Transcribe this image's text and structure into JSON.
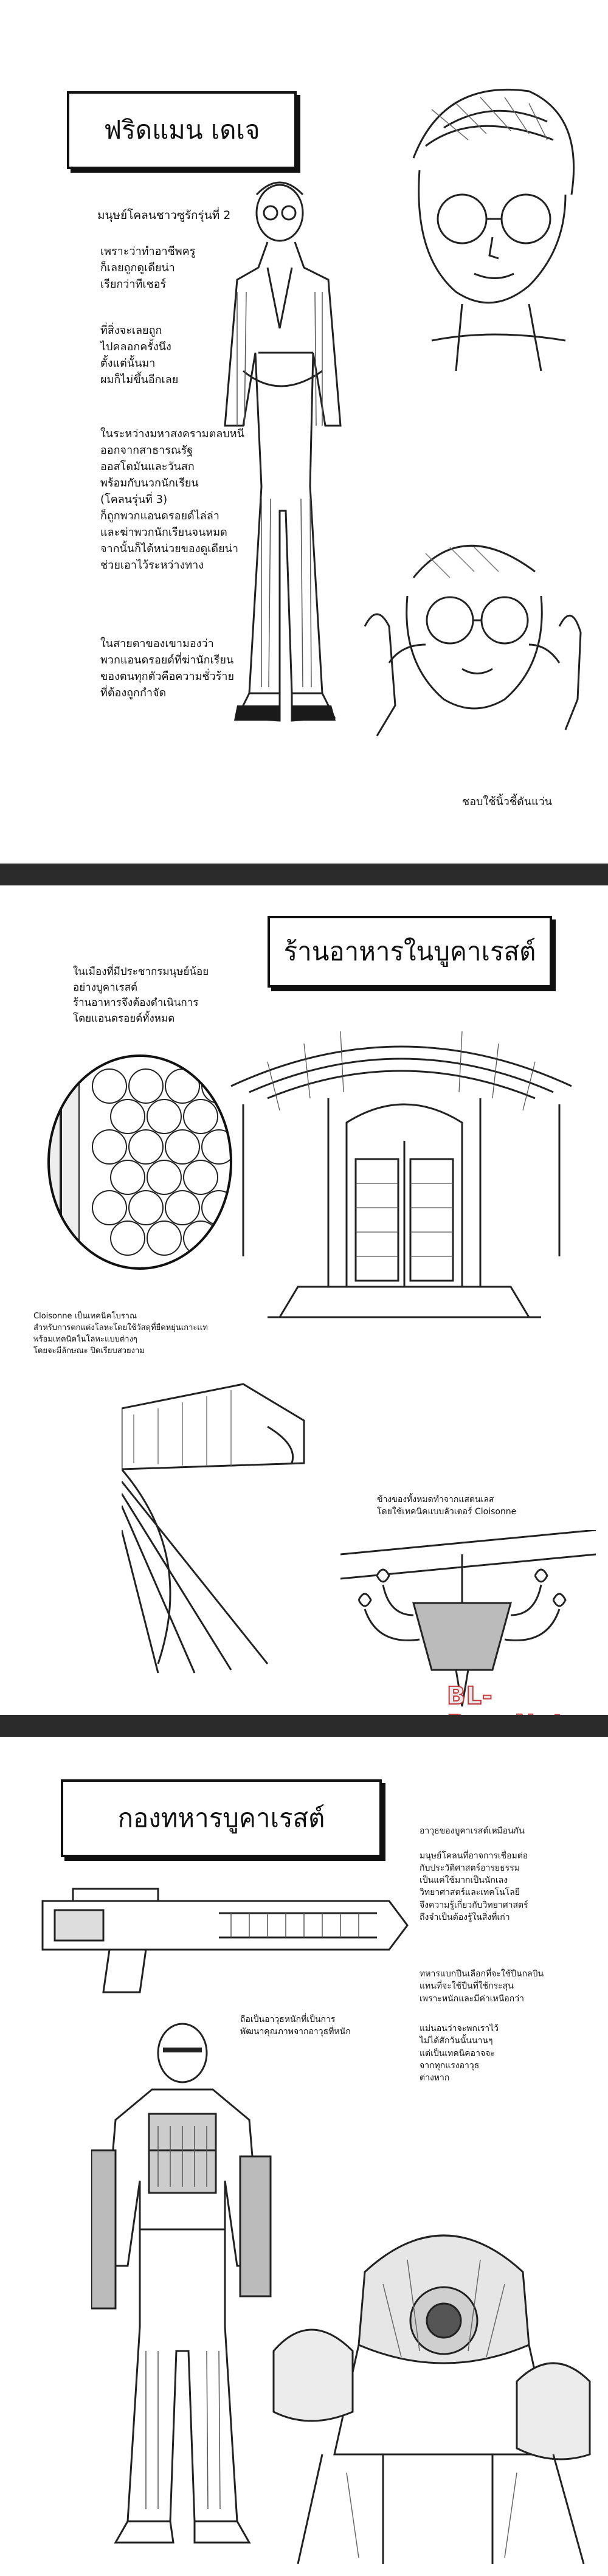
{
  "panel1": {
    "title": "ฟริดแมน เดเจ",
    "caption_main": "มนุษย์โคลนชาวซูรักรุ่นที่ 2",
    "block1": "เพราะว่าทำอาชีพครู\nก็เลยถูกดูเดียน่า\nเรียกว่าทีเชอร์",
    "block2": "ที่สิ่งจะเลยถูก\nไปคลอกครั้งนึง\nตั้งแต่นั้นมา\nผมก็ไม่ขึ้นอีกเลย",
    "block3": "ในระหว่างมหาสงครามตลบหนี\nออกจากสาธารณรัฐ\nออสโตมันและวันสก\nพร้อมกับนวกนักเรียน\n(โคลนรุ่นที่ 3)\nก็ถูกพวกแอนดรอยด์ไล่ล่า\nและฆ่าพวกนักเรียนจนหมด\nจากนั้นก็ได้หน่วยของดูเดียน่า\nช่วยเอาไว้ระหว่างทาง",
    "block4": "ในสายตาของเขามองว่า\nพวกแอนดรอยด์ที่ฆ่านักเรียน\nของตนทุกตัวคือความชั่วร้าย\nที่ต้องถูกกำจัด",
    "note": "ชอบใช้นิ้วชี้ดันแว่น"
  },
  "panel2": {
    "title": "ร้านอาหารในบูคาเรสต์",
    "intro": "ในเมืองที่มีประชากรมนุษย์น้อย\nอย่างบูคาเรสต์\nร้านอาหารจึงต้องดำเนินการ\nโดยแอนดรอยด์ทั้งหมด",
    "cloisonne_note": "Cloisonne เป็นเทคนิคโบราณ\nสำหรับการตกแต่งโลหะโดยใช้วัสดุที่ยืดหยุ่นเกาะเเท\nพร้อมเทคนิคในโลหะแบบต่างๆ\nโดยจะมีลักษณะ ปิดเรียบสวยงาม",
    "chandelier_note": "ข้างของทั้งหมดทำจากแสตนเลส\nโดยใช้เทคนิคแบบลัวเตอร์ Cloisonne"
  },
  "panel3": {
    "title": "กองทหารบูคาเรสต์",
    "side_text": "อาวุธของบูคาเรสต์เหมือนกัน\n\nมนุษย์โคลนที่อาจการเชื่อมต่อ\nกับประวัติศาสตร์อารยธรรม\nเป็นแค่ใช้มากเป็นนักเลง\nวิทยาศาสตร์และเทคโนโลยี\nจึงความรู้เกี่ยวกับวิทยาศาสตร์\nถึงจำเป็นต้องรู้ในสิ่งที่เก่า",
    "side_text2": "ทหารแบกปืนเลือกที่จะใช้ปืนกลบิน\nแทนที่จะใช้ปืนที่ใช้กระสุน\nเพราะหนักและมีค่าเหนือกว่า",
    "side_text3": "แม่นอนว่าจะพกเราไว้\nไม่ได้สักวันนั้นนานๆ\nแต่เป็นเทคนิคอาจจะ\nจากทุกแรงอาวุธ\nต่างหาก",
    "gun_note": "ถือเป็นอาวุธหนักที่เป็นการ\nพัฒนาคุณภาพจากอาวุธที่หนัก"
  },
  "watermark": "BL-Raw.Net"
}
